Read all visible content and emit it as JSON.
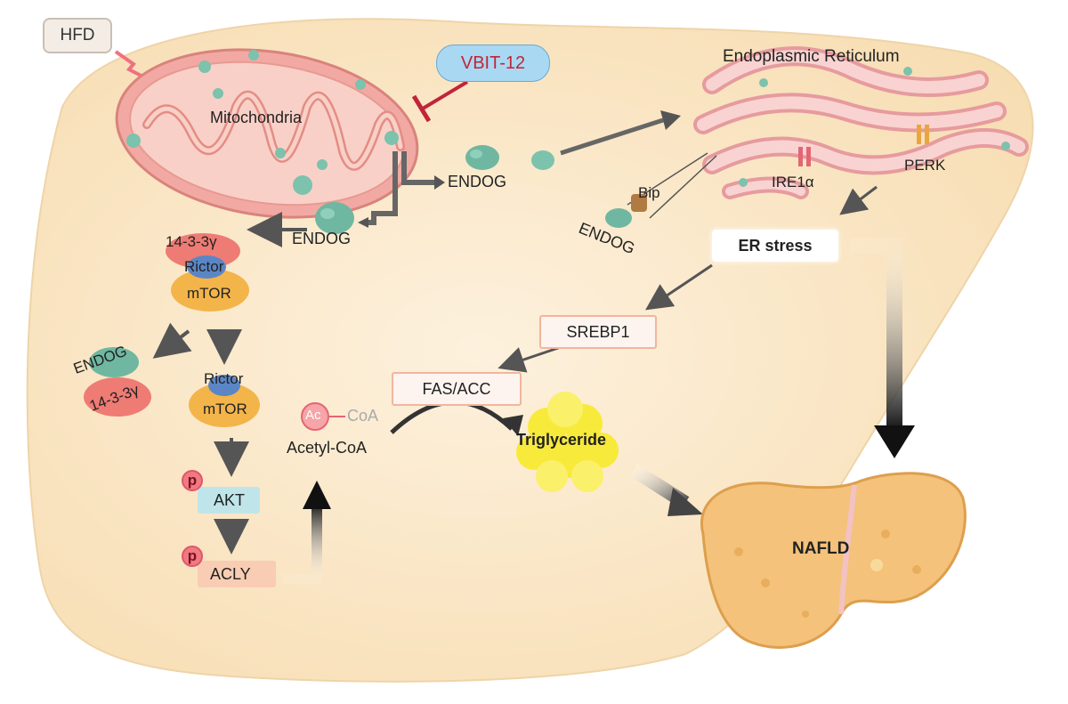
{
  "labels": {
    "hfd": "HFD",
    "vbit": "VBIT-12",
    "mitochondria": "Mitochondria",
    "er": "Endoplasmic Reticulum",
    "endog_right": "ENDOG",
    "endog_left": "ENDOG",
    "endog_bip": "ENDOG",
    "bip": "Bip",
    "ire1a": "IRE1α",
    "perk": "PERK",
    "er_stress": "ER stress",
    "srebp1": "SREBP1",
    "fas_acc": "FAS/ACC",
    "triglyceride": "Triglyceride",
    "nafld": "NAFLD",
    "complex_1433": "14-3-3γ",
    "complex_rictor": "Rictor",
    "complex_mtor": "mTOR",
    "endog_dissoc": "ENDOG",
    "dissoc_1433": "14-3-3γ",
    "rictor2": "Rictor",
    "mtor2": "mTOR",
    "p1": "p",
    "akt": "AKT",
    "p2": "p",
    "acly": "ACLY",
    "ac": "Ac",
    "coa": "CoA",
    "acetyl_coa": "Acetyl-CoA"
  },
  "colors": {
    "liver_bg": "#fbe7c8",
    "mito_outer": "#f2a9a3",
    "endog": "#6fb7a0",
    "fourteen33": "#ee7b74",
    "mtor": "#f3b44a",
    "rictor": "#5b86c5",
    "vbit_fill": "#a9d8f2",
    "vbit_text": "#c0253a",
    "triglyceride": "#f8ea3a",
    "nafld_liver": "#f4c27a"
  }
}
